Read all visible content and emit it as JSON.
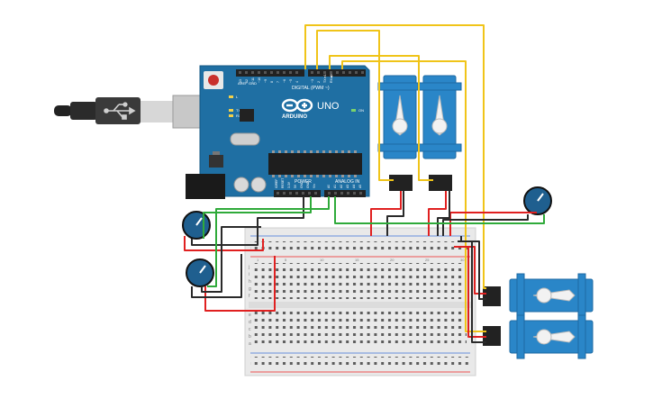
{
  "board": {
    "digital_label": "DIGITAL (PWM ~)",
    "aref": "AREF",
    "gnd": "GND",
    "pins_top": [
      "13",
      "12",
      "~11",
      "~10",
      "~9",
      "8",
      "7",
      "~6",
      "~5",
      "4",
      "~3",
      "2",
      "TX➜1",
      "RX◀0"
    ],
    "brand": "ARDUINO",
    "model": "UNO",
    "on_label": "ON",
    "led_l": "L",
    "led_tx": "TX",
    "led_rx": "RX",
    "power_label": "POWER",
    "analog_label": "ANALOG IN",
    "power_pins": [
      "IOREF",
      "RESET",
      "3.3V",
      "5V",
      "GND",
      "GND",
      "Vin"
    ],
    "analog_pins": [
      "A0",
      "A1",
      "A2",
      "A3",
      "A4",
      "A5"
    ]
  },
  "breadboard": {
    "row_letters_top": [
      "j",
      "i",
      "h",
      "g",
      "f"
    ],
    "row_letters_bottom": [
      "e",
      "d",
      "c",
      "b",
      "a"
    ],
    "column_numbers": [
      "1",
      "5",
      "10",
      "15",
      "20",
      "25",
      "30"
    ]
  },
  "colors": {
    "board_blue": "#1f6fa3",
    "wire_red": "#e02020",
    "wire_black": "#2a2a2a",
    "wire_green": "#2faa3a",
    "wire_yellow": "#f0c419",
    "servo_blue": "#2a86c8"
  }
}
